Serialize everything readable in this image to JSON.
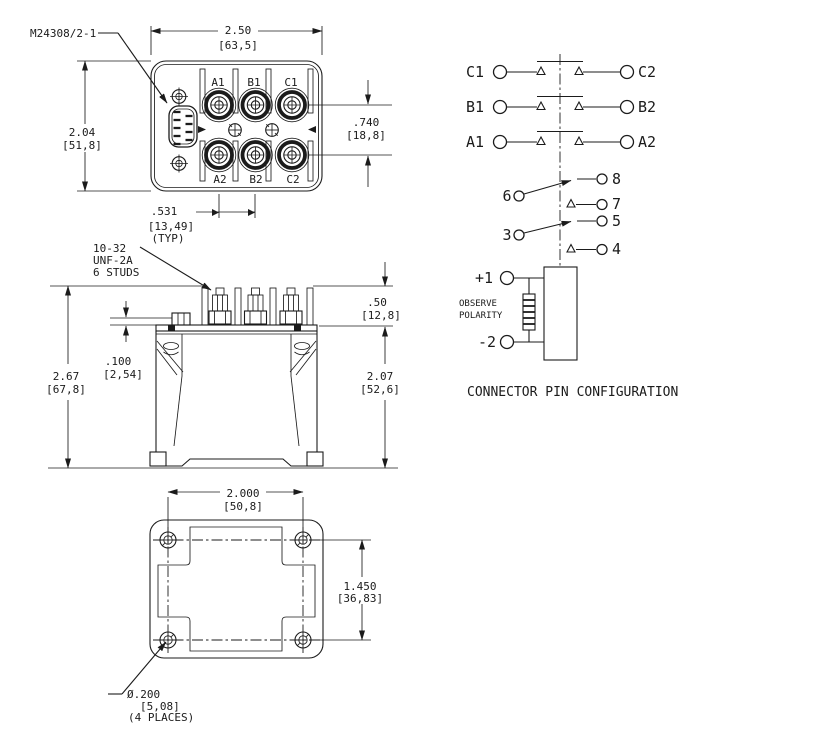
{
  "colors": {
    "ink": "#1b1b1b",
    "paper": "#ffffff"
  },
  "top_view": {
    "connector_label": "M24308/2-1",
    "terminals_top": [
      "A1",
      "B1",
      "C1"
    ],
    "terminals_bottom": [
      "A2",
      "B2",
      "C2"
    ],
    "dim_width_in": "2.50",
    "dim_width_mm": "[63,5]",
    "dim_height_in": "2.04",
    "dim_height_mm": "[51,8]",
    "dim_row_spacing_in": ".740",
    "dim_row_spacing_mm": "[18,8]",
    "dim_stud_pitch_in": ".531",
    "dim_stud_pitch_mm": "[13,49]",
    "dim_stud_pitch_note": "(TYP)"
  },
  "side_view": {
    "stud_note_line1": "10-32",
    "stud_note_line2": "UNF-2A",
    "stud_note_line3": "6 STUDS",
    "dim_stud_height_in": ".50",
    "dim_stud_height_mm": "[12,8]",
    "dim_overall_height_in": "2.67",
    "dim_overall_height_mm": "[67,8]",
    "dim_standoff_in": ".100",
    "dim_standoff_mm": "[2,54]",
    "dim_body_height_in": "2.07",
    "dim_body_height_mm": "[52,6]"
  },
  "bottom_view": {
    "dim_hole_span_x_in": "2.000",
    "dim_hole_span_x_mm": "[50,8]",
    "dim_hole_span_y_in": "1.450",
    "dim_hole_span_y_mm": "[36,83]",
    "hole_note_line1": "Ø.200",
    "hole_note_line2": "[5,08]",
    "hole_note_line3": "(4 PLACES)"
  },
  "schematic": {
    "title": "CONNECTOR PIN CONFIGURATION",
    "main_contacts": [
      {
        "left": "C1",
        "right": "C2"
      },
      {
        "left": "B1",
        "right": "B2"
      },
      {
        "left": "A1",
        "right": "A2"
      }
    ],
    "aux_contacts": [
      {
        "common": "6",
        "upper": "8",
        "lower": "7"
      },
      {
        "common": "3",
        "upper": "5",
        "lower": "4"
      }
    ],
    "coil_positive": "+1",
    "coil_negative": "-2",
    "polarity_note_line1": "OBSERVE",
    "polarity_note_line2": "POLARITY"
  }
}
